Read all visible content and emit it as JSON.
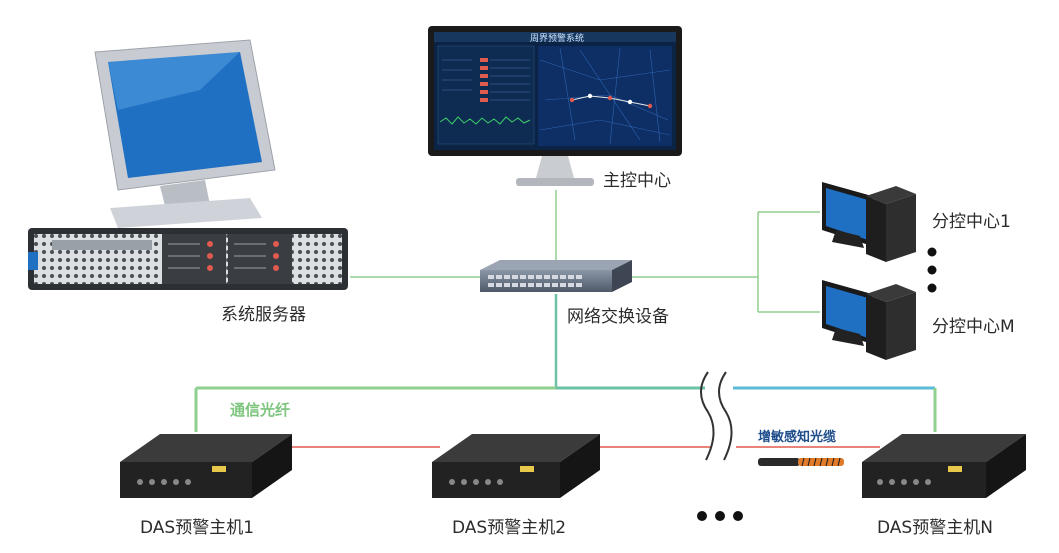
{
  "labels": {
    "main_control": "主控中心",
    "server": "系统服务器",
    "switch": "网络交换设备",
    "branch_1": "分控中心1",
    "branch_m": "分控中心M",
    "comm_fiber": "通信光纤",
    "sensing_cable": "增敏感知光缆",
    "das_1": "DAS预警主机1",
    "das_2": "DAS预警主机2",
    "das_n": "DAS预警主机N"
  },
  "screen": {
    "title": "周界预警系统"
  },
  "colors": {
    "comm_line": "#7dc47d",
    "uplink_line": "#5bbcd9",
    "sensing_line": "#e05a4f",
    "device_dark": "#2a2a2a",
    "monitor_blue": "#1f6fc2"
  }
}
